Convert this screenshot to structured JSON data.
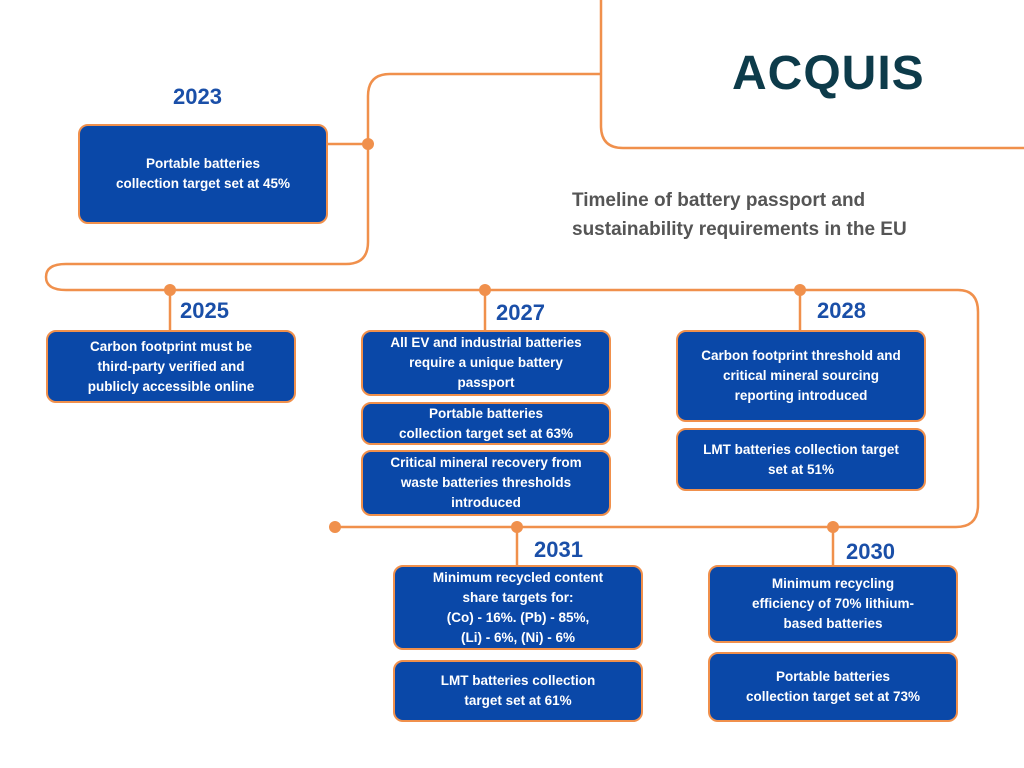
{
  "brand": {
    "logo_text": "ACQUIS"
  },
  "title": "Timeline of battery passport and sustainability requirements in the EU",
  "colors": {
    "line": "#f0904c",
    "box_fill": "#0a48a8",
    "year_text": "#1a4fa8",
    "title_text": "#555555",
    "logo": "#0d3b4a"
  },
  "milestones": [
    {
      "year": "2023",
      "items": [
        "Portable batteries\ncollection target set at 45%"
      ]
    },
    {
      "year": "2025",
      "items": [
        "Carbon footprint must be\nthird-party verified and\npublicly accessible online"
      ]
    },
    {
      "year": "2027",
      "items": [
        "All EV and industrial batteries\nrequire a unique battery\npassport",
        "Portable batteries\ncollection target set at 63%",
        "Critical mineral recovery from\nwaste batteries thresholds\nintroduced"
      ]
    },
    {
      "year": "2028",
      "items": [
        "Carbon footprint threshold and\ncritical mineral sourcing\nreporting introduced",
        "LMT batteries collection target\nset at 51%"
      ]
    },
    {
      "year": "2030",
      "items": [
        "Minimum recycling\nefficiency of 70% lithium-\nbased batteries",
        "Portable batteries\ncollection target set at 73%"
      ]
    },
    {
      "year": "2031",
      "items": [
        "Minimum recycled content\nshare targets for:\n(Co) - 16%. (Pb) - 85%,\n(Li) - 6%, (Ni) - 6%",
        "LMT batteries collection\ntarget set at 61%"
      ]
    }
  ]
}
